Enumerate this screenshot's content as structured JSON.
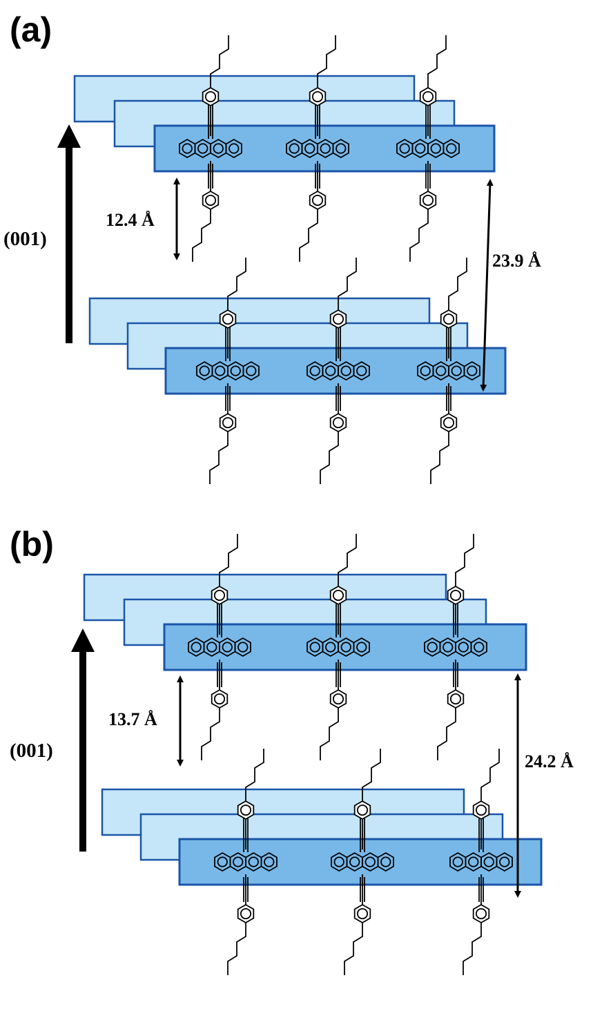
{
  "panels": [
    {
      "label": "(a)",
      "axis_label": "(001)",
      "short_distance": "12.4 Å",
      "long_distance": "23.9 Å"
    },
    {
      "label": "(b)",
      "axis_label": "(001)",
      "short_distance": "13.7 Å",
      "long_distance": "24.2 Å"
    }
  ],
  "colors": {
    "plate_back_fill": "#c5e6f8",
    "plate_front_fill": "#78b8e8",
    "plate_border": "#1a55a8",
    "arrow": "#000000"
  }
}
